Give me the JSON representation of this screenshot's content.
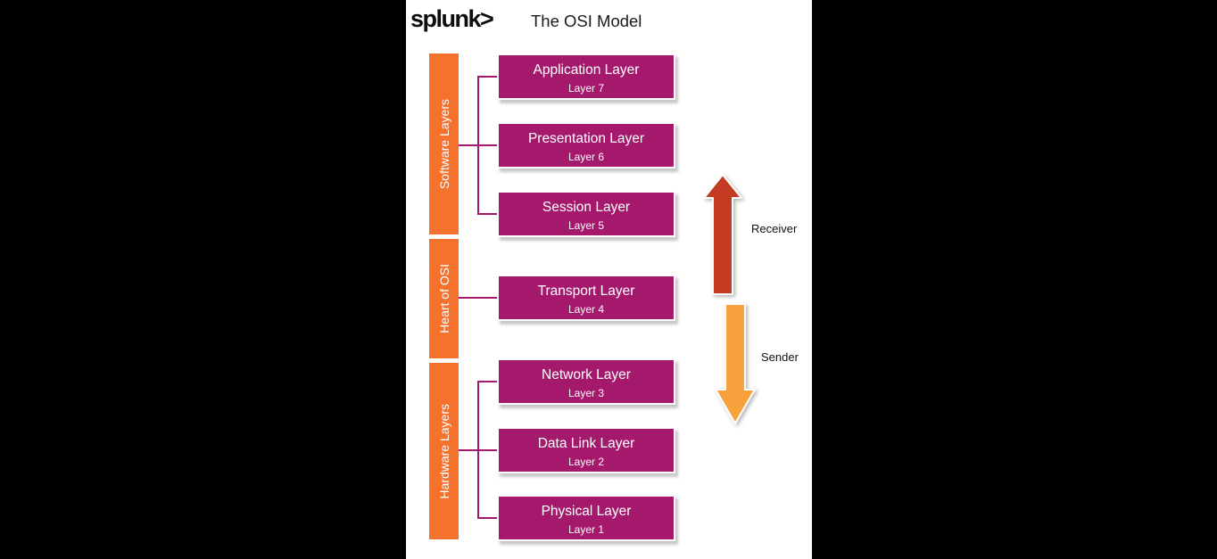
{
  "header": {
    "logo_text": "splunk>",
    "title": "The OSI Model"
  },
  "colors": {
    "page_background": "#000000",
    "panel_background": "#ffffff",
    "layer_box": "#a5196d",
    "group_bar": "#f4722b",
    "connector_line": "#a5196d",
    "arrow_up": "#c33b22",
    "arrow_down": "#f7a23d",
    "text_on_dark": "#ffffff",
    "text_dark": "#111111"
  },
  "groups": [
    {
      "label": "Software Layers",
      "layers": [
        {
          "name": "Application Layer",
          "sub": "Layer 7"
        },
        {
          "name": "Presentation Layer",
          "sub": "Layer 6"
        },
        {
          "name": "Session Layer",
          "sub": "Layer 5"
        }
      ]
    },
    {
      "label": "Heart of OSI",
      "layers": [
        {
          "name": "Transport Layer",
          "sub": "Layer 4"
        }
      ]
    },
    {
      "label": "Hardware Layers",
      "layers": [
        {
          "name": "Network Layer",
          "sub": "Layer 3"
        },
        {
          "name": "Data Link Layer",
          "sub": "Layer 2"
        },
        {
          "name": "Physical Layer",
          "sub": "Layer 1"
        }
      ]
    }
  ],
  "arrows": [
    {
      "direction": "up",
      "label": "Receiver"
    },
    {
      "direction": "down",
      "label": "Sender"
    }
  ]
}
